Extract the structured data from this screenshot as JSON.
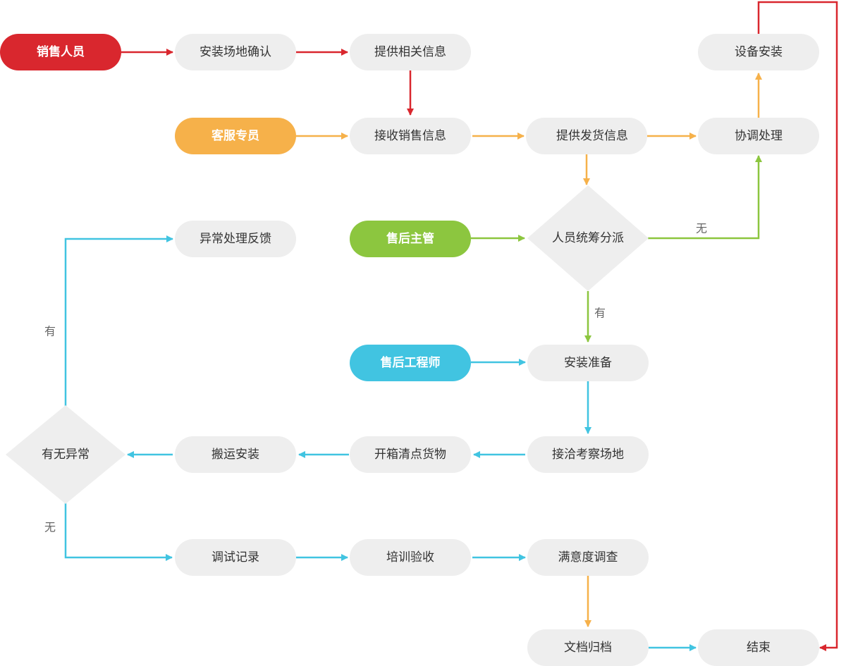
{
  "colors": {
    "red": "#d9272e",
    "orange": "#f6b14a",
    "green": "#8cc63f",
    "cyan": "#41c4e1",
    "node_fill": "#eeeeee",
    "node_text": "#333333",
    "label_text": "#666666"
  },
  "roles": {
    "sales": "销售人员",
    "service": "客服专员",
    "supervisor": "售后主管",
    "engineer": "售后工程师"
  },
  "steps": {
    "site_confirm": "安装场地确认",
    "provide_info": "提供相关信息",
    "equipment_install": "设备安装",
    "receive_sales_info": "接收销售信息",
    "provide_shipping": "提供发货信息",
    "coordinate": "协调处理",
    "exception_feedback": "异常处理反馈",
    "install_prep": "安装准备",
    "carry_install": "搬运安装",
    "unbox_count": "开箱清点货物",
    "site_survey": "接洽考察场地",
    "debug_record": "调试记录",
    "training_accept": "培训验收",
    "satisfaction": "满意度调查",
    "archive": "文档归档",
    "end": "结束"
  },
  "decisions": {
    "assign": "人员统筹分派",
    "anomaly": "有无异常"
  },
  "edge_labels": {
    "assign_none": "无",
    "assign_yes": "有",
    "anomaly_yes": "有",
    "anomaly_none": "无"
  }
}
